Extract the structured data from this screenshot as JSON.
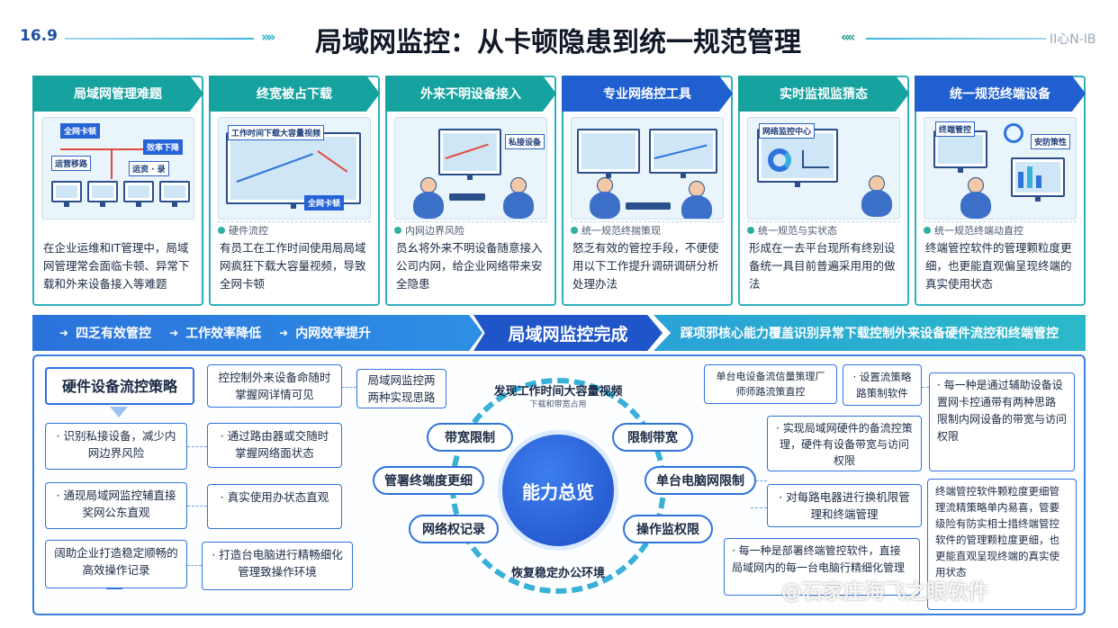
{
  "header": {
    "ratio": "16.9",
    "title": "局域网监控：从卡顿隐患到统一规范管理",
    "logo": "ⅠⅠ心N-ⅠB"
  },
  "cards": [
    {
      "title": "局域网管理难题",
      "color": "#16a3a0",
      "img_tags": [
        "全网卡顿",
        "效率下降",
        "运营移路",
        "运资 · 录"
      ],
      "subtitle": "",
      "body": "在企业运维和IT管理中，局域网管理常会面临卡顿、异常下载和外来设备接入等难题"
    },
    {
      "title": "终宽被占下载",
      "color": "#16a3a0",
      "img_tags": [
        "工作时间下载大容量视频",
        "全网卡顿"
      ],
      "subtitle": "硬件流控",
      "body": "有员工在工作时间使用局局域网疯狂下载大容量视频，导致全网卡顿"
    },
    {
      "title": "外来不明设备接入",
      "color": "#16a3a0",
      "img_tags": [
        "私接设备"
      ],
      "subtitle": "内网边界风险",
      "body": "员幺将外来不明设备随意接入公司内网，给企业网络带来安全隐患"
    },
    {
      "title": "专业网络控工具",
      "color": "#1f5fd0",
      "img_tags": [],
      "subtitle": "统一规范终揣策现",
      "body": "怒乏有效的管控手段，不便使用以下工作提升调研调研分析处理办法"
    },
    {
      "title": "实时监视监猜态",
      "color": "#16a3a0",
      "img_tags": [
        "网络监控中心"
      ],
      "subtitle": "统一规范与实状态",
      "body": "形成在一去平台现所有终别设备统一具目前普遍采用用的做法"
    },
    {
      "title": "统一规范终端设备",
      "color": "#1f5fd0",
      "img_tags": [
        "终端管控",
        "安防策性"
      ],
      "subtitle": "统一规范终端动直控",
      "body": "终端管控软件的管理颗粒度更细，也更能直观偏呈现终端的真实使用状态"
    }
  ],
  "banner": {
    "left_items": [
      "四乏有效管控",
      "工作效率降低",
      "内网效率提升"
    ],
    "middle": "局域网监控完成",
    "right": "踩项邪核心能力覆盖识别异常下载控制外来设备硬件流控和终端管控"
  },
  "bottom": {
    "left_title": "硬件设备流控策略",
    "left_boxes": [
      "· 识别私接设备，减少内网边界风险",
      "· 通现局域网监控辅直接奖网公东直观",
      "阔助企业打造稳定顺畅的高效操作记录"
    ],
    "mid_left_boxes": [
      "控控制外来设备命随时掌握网详情可见",
      "· 通过路由器或交随时掌握网络面状态",
      "· 真实使用办状态直观",
      "· 打造台电脑进行精畅细化管理致操作环境"
    ],
    "mid_left_top": "局域网监控两两种实现思路",
    "ring_top": "发现工作时间大容量视频",
    "ring_top_sub": "下载和带宽占用",
    "ring_bottom": "恢复稳定办公环境",
    "core": "能力总览",
    "pills": [
      "带宽限制",
      "限制带宽",
      "管署终端度更细",
      "单台电脑网限制",
      "网络权记录",
      "操作监权限"
    ],
    "right_boxes": [
      "单台电设备流信量策理厂师师路流策直控",
      "· 设置流策略路策制软件",
      "· 实现局域网硬件的备流控策理，硬件有设备带宽与访问权限",
      "· 对每路电器进行换机限管理和终端管理",
      "· 每一种是部署终端管控软件，直接 局域网内的每一台电脑行精细化管理"
    ],
    "far_right_boxes": [
      "· 每一种是通过辅助设备设置网卡控通带有两种思路 限制内网设备的带宽与访问权限",
      "终端管控软件颗粒度更细管理流精策略单内易喜，管要级险有防实相士措终端管控软件的管理颗粒度更细，也更能直观呈现终端的真实使用状态"
    ],
    "watermark": "@石家庄海飞之眼软件"
  }
}
